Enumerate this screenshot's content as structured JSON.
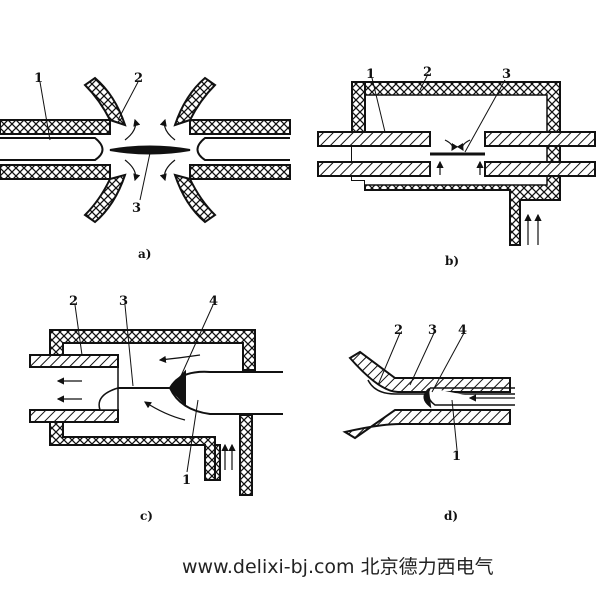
{
  "figures": [
    {
      "id": "a",
      "caption": "a)",
      "labels": [
        "1",
        "2",
        "3"
      ]
    },
    {
      "id": "b",
      "caption": "b)",
      "labels": [
        "1",
        "2",
        "3"
      ]
    },
    {
      "id": "c",
      "caption": "c)",
      "labels": [
        "2",
        "3",
        "4",
        "1"
      ]
    },
    {
      "id": "d",
      "caption": "d)",
      "labels": [
        "2",
        "3",
        "4",
        "1"
      ]
    }
  ],
  "watermark": "www.delixi-bj.com  北京德力西电气",
  "colors": {
    "ink": "#111111",
    "background": "#ffffff"
  }
}
